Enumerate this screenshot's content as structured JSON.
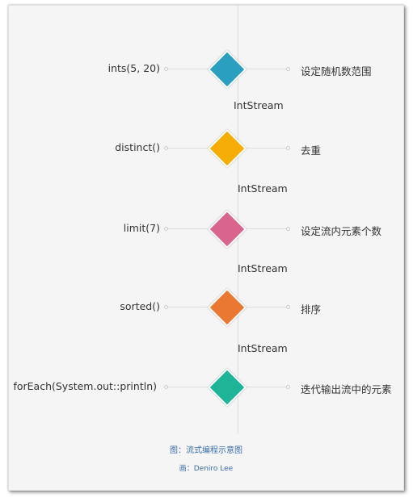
{
  "steps": [
    {
      "left": "ints(5, 20)",
      "right": "设定随机数范围",
      "color": "#2a9fbf"
    },
    {
      "left": "distinct()",
      "right": "去重",
      "color": "#f7ad08"
    },
    {
      "left": "limit(7)",
      "right": "设定流内元素个数",
      "color": "#d9648e"
    },
    {
      "left": "sorted()",
      "right": "排序",
      "color": "#ea7732"
    },
    {
      "left": "forEach(System.out::println)",
      "right": "迭代输出流中的元素",
      "color": "#1db497"
    }
  ],
  "connectors": [
    "IntStream",
    "IntStream",
    "IntStream",
    "IntStream"
  ],
  "caption": {
    "title": "图：流式编程示意图",
    "author": "画：Deniro Lee"
  }
}
